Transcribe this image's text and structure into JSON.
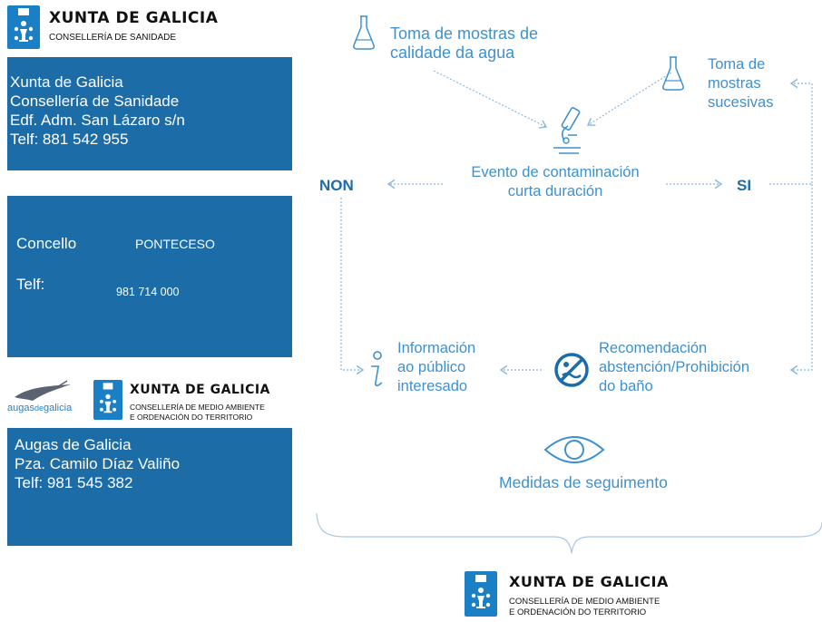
{
  "header": {
    "org_name": "XUNTA DE GALICIA",
    "department": "CONSELLERÍA DE SANIDADE"
  },
  "sanidade_box": {
    "lines": [
      "Xunta de Galicia",
      "Consellería de Sanidade",
      "Edf. Adm. San Lázaro s/n",
      "Telf: 881 542 955"
    ]
  },
  "concello_box": {
    "concello_label": "Concello",
    "concello_value": "PONTECESO",
    "telf_label": "Telf:",
    "telf_value": "981 714 000"
  },
  "augas_header": {
    "logo_text_a": "augas",
    "logo_text_b": "de",
    "logo_text_c": "galicia",
    "org_name": "XUNTA DE GALICIA",
    "dept_line1": "CONSELLERÍA DE MEDIO AMBIENTE",
    "dept_line2": "E ORDENACIÓN DO TERRITORIO"
  },
  "augas_box": {
    "lines": [
      "Augas de Galicia",
      "Pza. Camilo Díaz Valiño",
      "Telf: 981 545 382"
    ]
  },
  "flow": {
    "sampling_1": [
      "Toma de mostras de",
      "calidade da agua"
    ],
    "sampling_2": [
      "Toma de",
      "mostras",
      "sucesivas"
    ],
    "event": [
      "Evento de contaminación",
      "curta duración"
    ],
    "no_label": "NON",
    "yes_label": "SI",
    "information": [
      "Información",
      "ao público",
      "interesado"
    ],
    "recommendation": [
      "Recomendación",
      "abstención/Prohibición",
      "do baño"
    ],
    "follow_up": "Medidas de seguimento"
  },
  "footer": {
    "org_name": "XUNTA DE GALICIA",
    "dept_line1": "CONSELLERÍA DE MEDIO AMBIENTE",
    "dept_line2": "E ORDENACIÓN DO TERRITORIO"
  },
  "colors": {
    "box_blue": "#1c6ca8",
    "flow_text": "#3e91cf",
    "crest_blue": "#1a7fc4"
  },
  "icons": [
    "flask-icon",
    "microscope-icon",
    "info-person-icon",
    "no-swimming-icon",
    "eye-icon",
    "xunta-crest-icon",
    "augas-logo-icon"
  ]
}
